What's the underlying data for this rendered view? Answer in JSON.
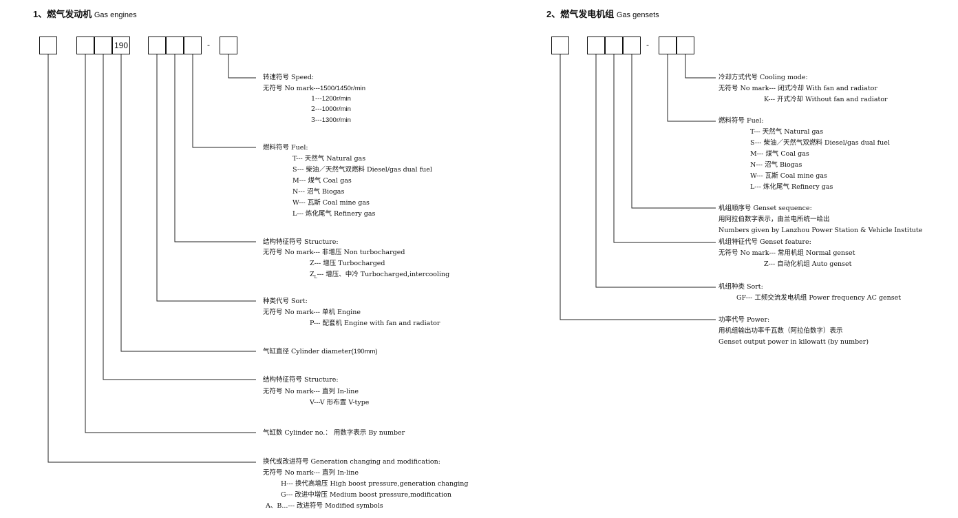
{
  "left": {
    "title_num": "1、",
    "title_cn": "燃气发动机",
    "title_en": "Gas engines",
    "box_190": "190",
    "dash": "-",
    "speed": {
      "head": "转速符号 Speed:",
      "l1_a": "无符号 No mark---",
      "l1_b": "1500/1450r/min",
      "l2_a": "1---",
      "l2_b": "1200r/min",
      "l3_a": "2---",
      "l3_b": "1000r/min",
      "l4_a": "3---",
      "l4_b": "1300r/min"
    },
    "fuel": {
      "head": "燃料符号 Fuel:",
      "lines": [
        "T--- 天然气 Natural gas",
        "S--- 柴油／天然气双燃料 Diesel/gas dual fuel",
        "M--- 煤气 Coal gas",
        "N--- 沼气 Biogas",
        "W--- 瓦斯 Coal mine gas",
        "L--- 炼化尾气 Refinery gas"
      ]
    },
    "structure1": {
      "head": "结构特征符号 Structure:",
      "l1": "无符号 No mark--- 非增压 Non turbocharged",
      "l2": "Z--- 增压 Turbocharged",
      "l3_a": "Z",
      "l3_sub": "L",
      "l3_b": "--- 增压、中冷 Turbocharged,intercooling"
    },
    "sort": {
      "head": "种类代号 Sort:",
      "l1": "无符号 No mark--- 单机 Engine",
      "l2": "P--- 配套机 Engine with fan and radiator"
    },
    "cylinder_dia": {
      "a": "气缸直径 Cylinder diameter",
      "b": "(190mm)"
    },
    "structure2": {
      "head": "结构特征符号 Structure:",
      "l1": "无符号 No mark--- 直列 In-line",
      "l2": "V---V 形布置 V-type"
    },
    "cylinder_no": {
      "text": "气缸数 Cylinder no.： 用数字表示 By number"
    },
    "generation": {
      "head": "换代或改进符号 Generation changing and modification:",
      "l1": "无符号 No mark--- 直列 In-line",
      "l2": "H--- 换代高增压 High boost pressure,generation changing",
      "l3": "G--- 改进中增压 Medium boost pressure,modification",
      "l4": "A、B...--- 改进符号 Modified symbols"
    }
  },
  "right": {
    "title_num": "2、",
    "title_cn": "燃气发电机组",
    "title_en": "Gas gensets",
    "dash": "-",
    "cooling": {
      "head": "冷却方式代号 Cooling mode:",
      "l1": "无符号 No mark--- 闭式冷却 With fan and radiator",
      "l2": "K--- 开式冷却 Without fan and radiator"
    },
    "fuel": {
      "head": "燃料符号 Fuel:",
      "lines": [
        "T--- 天然气 Natural gas",
        "S--- 柴油／天然气双燃料 Diesel/gas dual fuel",
        "M--- 煤气 Coal gas",
        "N--- 沼气 Biogas",
        "W--- 瓦斯 Coal mine gas",
        "L--- 炼化尾气 Refinery gas"
      ]
    },
    "sequence": {
      "head": "机组顺序号 Genset sequence:",
      "l1": "用阿拉伯数字表示，由兰电所统一给出",
      "l2": "Numbers given by Lanzhou Power Station & Vehicle Institute"
    },
    "feature": {
      "head": "机组特征代号 Genset feature:",
      "l1": "无符号 No mark--- 常用机组 Normal genset",
      "l2": "Z--- 自动化机组 Auto genset"
    },
    "sort": {
      "head": "机组种类 Sort:",
      "l1": "GF--- 工频交流发电机组 Power frequency AC genset"
    },
    "power": {
      "head": "功率代号 Power:",
      "l1": "用机组输出功率千瓦数（阿拉伯数字）表示",
      "l2": "Genset output power in kilowatt (by number)"
    }
  }
}
